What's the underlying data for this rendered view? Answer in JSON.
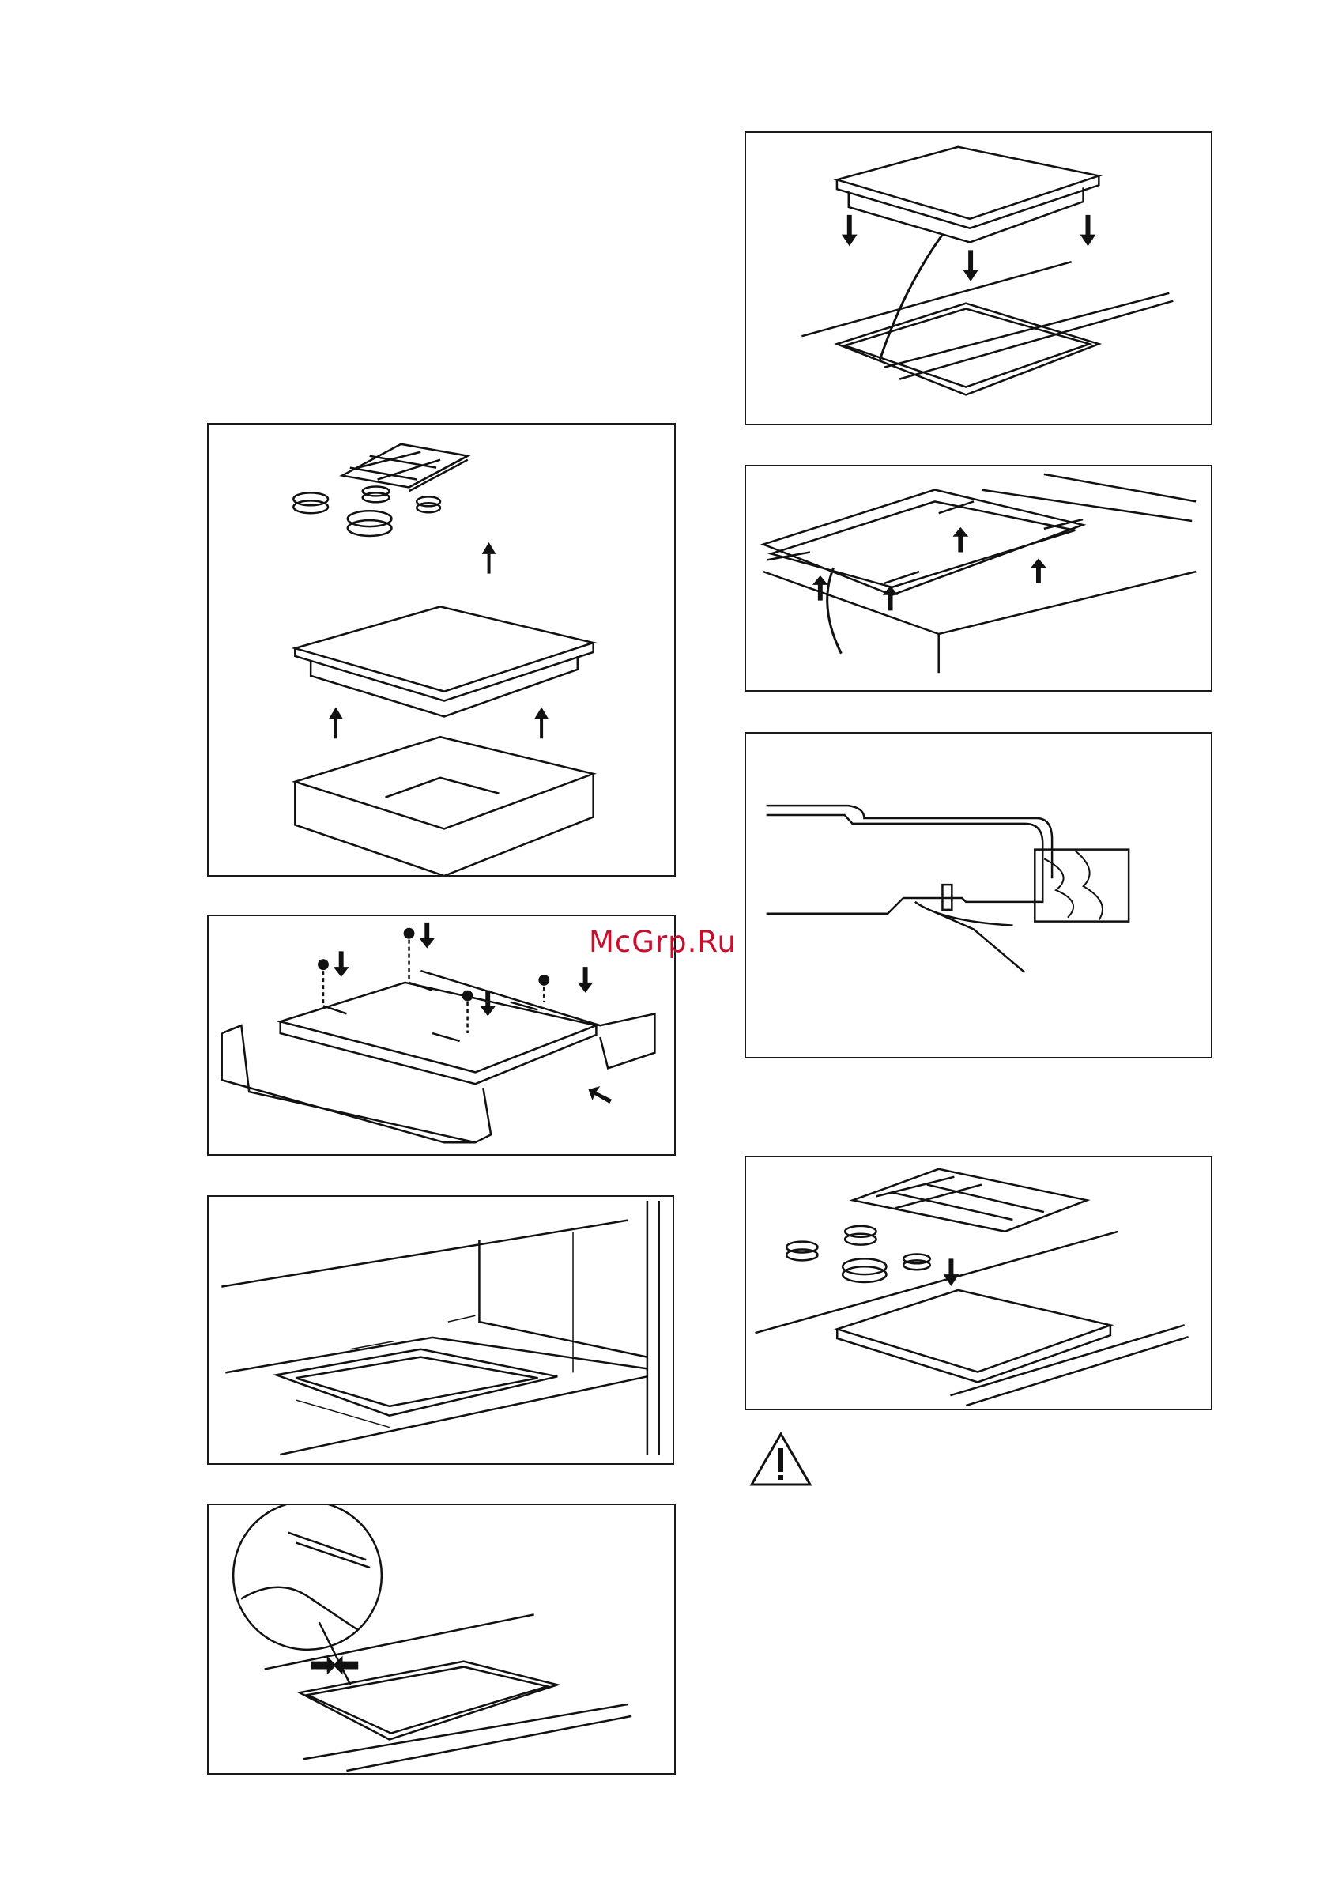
{
  "watermark": "McGrp.Ru",
  "figures": [
    {
      "id": "fig-remove-parts",
      "icon": "exploded-hob-icon"
    },
    {
      "id": "fig-fix-brackets",
      "icon": "bracket-screws-icon"
    },
    {
      "id": "fig-cutout-dimensions",
      "icon": "cutout-dimensions-icon"
    },
    {
      "id": "fig-apply-seal",
      "icon": "seal-strip-icon"
    },
    {
      "id": "fig-lower-hob",
      "icon": "lower-hob-icon"
    },
    {
      "id": "fig-tighten-clamps",
      "icon": "clamp-brackets-icon"
    },
    {
      "id": "fig-cross-section",
      "icon": "worktop-section-icon"
    },
    {
      "id": "fig-refit-parts",
      "icon": "refit-grid-icon"
    }
  ],
  "warning": {
    "icon": "warning-triangle-icon"
  }
}
